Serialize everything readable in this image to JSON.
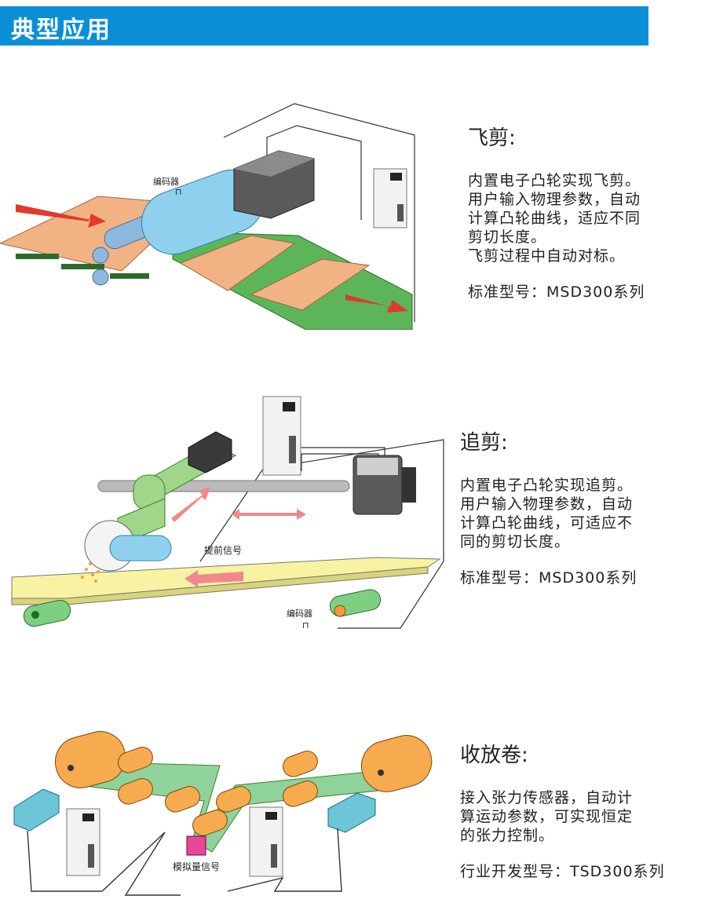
{
  "header": {
    "title": "典型应用"
  },
  "applications": [
    {
      "title": "飞剪:",
      "lines": [
        "内置电子凸轮实现飞剪。",
        "用户输入物理参数，自动",
        "计算凸轮曲线，适应不同",
        "剪切长度。",
        "飞剪过程中自动对标。"
      ],
      "model": "标准型号：MSD300系列",
      "labels": {
        "encoder": "编码器"
      }
    },
    {
      "title": "追剪:",
      "lines": [
        "内置电子凸轮实现追剪。",
        "用户输入物理参数，自动",
        "计算凸轮曲线，可适应不",
        "同的剪切长度。"
      ],
      "model": "标准型号：MSD300系列",
      "labels": {
        "advance_signal": "提前信号",
        "encoder": "编码器"
      }
    },
    {
      "title": "收放卷:",
      "lines": [
        "接入张力传感器，自动计",
        "算运动参数，可实现恒定",
        "的张力控制。"
      ],
      "model": "行业开发型号：TSD300系列",
      "labels": {
        "analog_signal": "模拟量信号"
      }
    }
  ],
  "colors": {
    "banner": "#0a8fd6",
    "copper": "#f2b384",
    "green": "#5db55a",
    "blue_roller": "#8fd0ee",
    "yellow": "#f8f3a2",
    "orange_roller": "#f5ab4e",
    "pink_arrow": "#f0888c",
    "red_arrow": "#e03a2c"
  }
}
